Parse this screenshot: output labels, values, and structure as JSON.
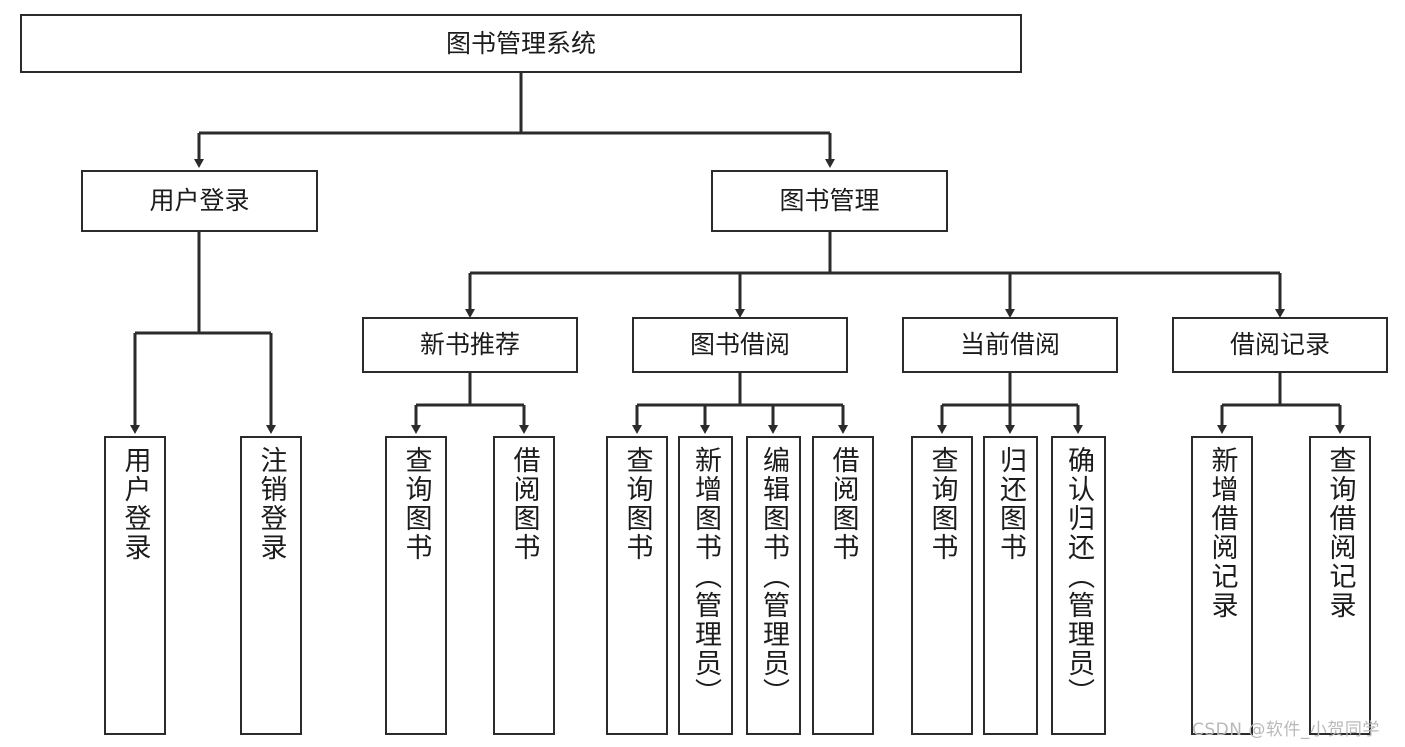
{
  "diagram": {
    "title": "图书管理系统",
    "type": "tree-hierarchy",
    "orientation": "top-down",
    "colors": {
      "background": "#ffffff",
      "node_border": "#2b2b2b",
      "node_fill": "#ffffff",
      "connector": "#2b2b2b",
      "text": "#1c1c1c",
      "watermark": "#b9b9b9"
    }
  },
  "nodes": {
    "root": {
      "label": "图书管理系统"
    },
    "level2": [
      {
        "label": "用户登录"
      },
      {
        "label": "图书管理"
      }
    ],
    "level3": [
      {
        "label": "新书推荐"
      },
      {
        "label": "图书借阅"
      },
      {
        "label": "当前借阅"
      },
      {
        "label": "借阅记录"
      }
    ],
    "leaves": {
      "user_login": [
        {
          "label": "用户登录"
        },
        {
          "label": "注销登录"
        }
      ],
      "new_book_recommend": [
        {
          "label": "查询图书"
        },
        {
          "label": "借阅图书"
        }
      ],
      "book_borrow": [
        {
          "label": "查询图书"
        },
        {
          "label": "新增图书（管理员）"
        },
        {
          "label": "编辑图书（管理员）"
        },
        {
          "label": "借阅图书"
        }
      ],
      "current_borrow": [
        {
          "label": "查询图书"
        },
        {
          "label": "归还图书"
        },
        {
          "label": "确认归还（管理员）"
        }
      ],
      "borrow_record": [
        {
          "label": "新增借阅记录"
        },
        {
          "label": "查询借阅记录"
        }
      ]
    }
  },
  "watermark": {
    "text": "CSDN @软件_小贺同学"
  }
}
